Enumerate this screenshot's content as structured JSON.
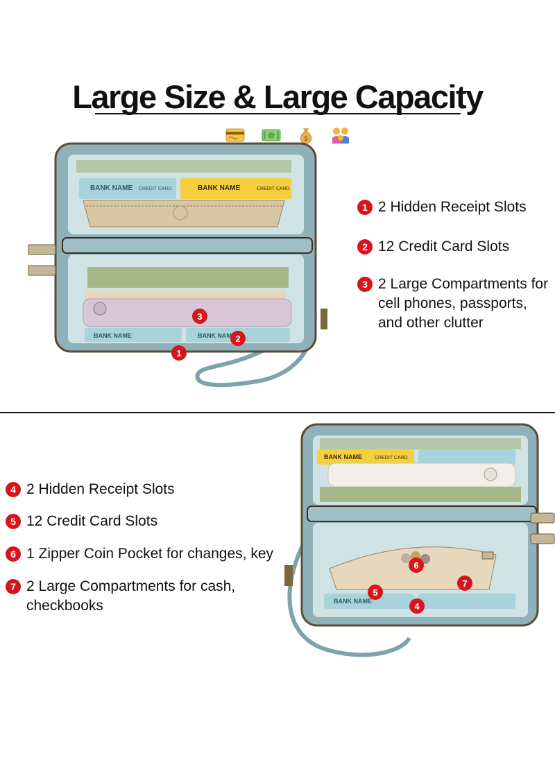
{
  "header": {
    "title": "Large Size & Large Capacity",
    "emojis": [
      "credit-card-icon",
      "dollar-bill-icon",
      "money-bag-icon",
      "family-icon"
    ]
  },
  "section_top": {
    "features": [
      {
        "num": "1",
        "text": "2 Hidden Receipt Slots"
      },
      {
        "num": "2",
        "text": "12 Credit Card Slots"
      },
      {
        "num": "3",
        "text": "2 Large Compartments for\ncell phones, passports,\nand other clutter"
      }
    ],
    "wallet_cards": [
      "BANK NAME",
      "CREDIT CARD",
      "BANK NAME",
      "CREDIT CARD",
      "BANK NAME"
    ],
    "markers": [
      "1",
      "2",
      "3"
    ]
  },
  "section_bottom": {
    "features": [
      {
        "num": "4",
        "text": "2 Hidden Receipt Slots"
      },
      {
        "num": "5",
        "text": "12 Credit Card Slots"
      },
      {
        "num": "6",
        "text": "1 Zipper Coin Pocket for changes, key"
      },
      {
        "num": "7",
        "text": "2 Large Compartments for cash,\ncheckbooks"
      }
    ],
    "wallet_cards": [
      "BANK NAME",
      "CREDIT CARD",
      "BANK NAME"
    ],
    "markers": [
      "4",
      "5",
      "6",
      "7"
    ]
  },
  "colors": {
    "accent_red": "#d8141c",
    "wallet_teal": "#8fb2ba",
    "lining_beige": "#e6d7bd",
    "card_blue": "#a9d3da",
    "card_yellow": "#f6cf3e"
  }
}
